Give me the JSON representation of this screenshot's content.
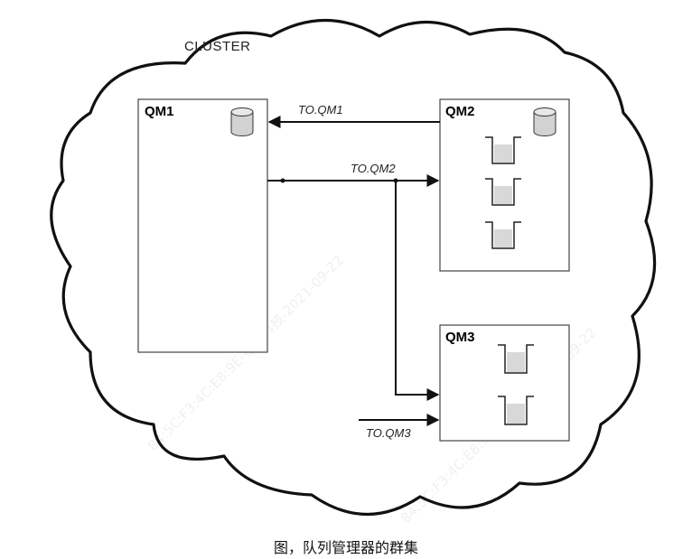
{
  "cluster": {
    "label": "CLUSTER"
  },
  "queue_managers": {
    "qm1": {
      "label": "QM1"
    },
    "qm2": {
      "label": "QM2"
    },
    "qm3": {
      "label": "QM3"
    }
  },
  "channels": {
    "to_qm1": "TO.QM1",
    "to_qm2": "TO.QM2",
    "to_qm3": "TO.QM3"
  },
  "caption": "图，队列管理器的群集",
  "watermark": "84:5C:F3:4C:E8:9E-银雁科技-2021-09-22"
}
